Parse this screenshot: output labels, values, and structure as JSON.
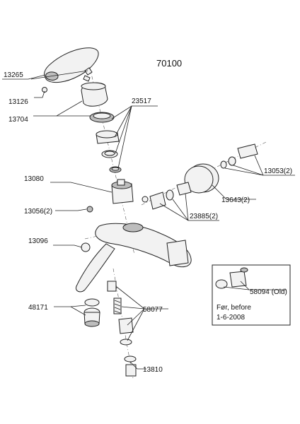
{
  "diagram": {
    "title": "70100",
    "labels": {
      "p13265": "13265",
      "p13126": "13126",
      "p13704": "13704",
      "p23517": "23517",
      "p13080": "13080",
      "p13056": "13056(2)",
      "p13096": "13096",
      "p48171": "48171",
      "p58077": "58077",
      "p13810": "13810",
      "p13053": "13053(2)",
      "p13643": "13643(2)",
      "p23885": "23885(2)",
      "p58094": "58094 (Old)"
    },
    "inset_note": {
      "line1": "Før, before",
      "line2": "1-6-2008"
    }
  }
}
